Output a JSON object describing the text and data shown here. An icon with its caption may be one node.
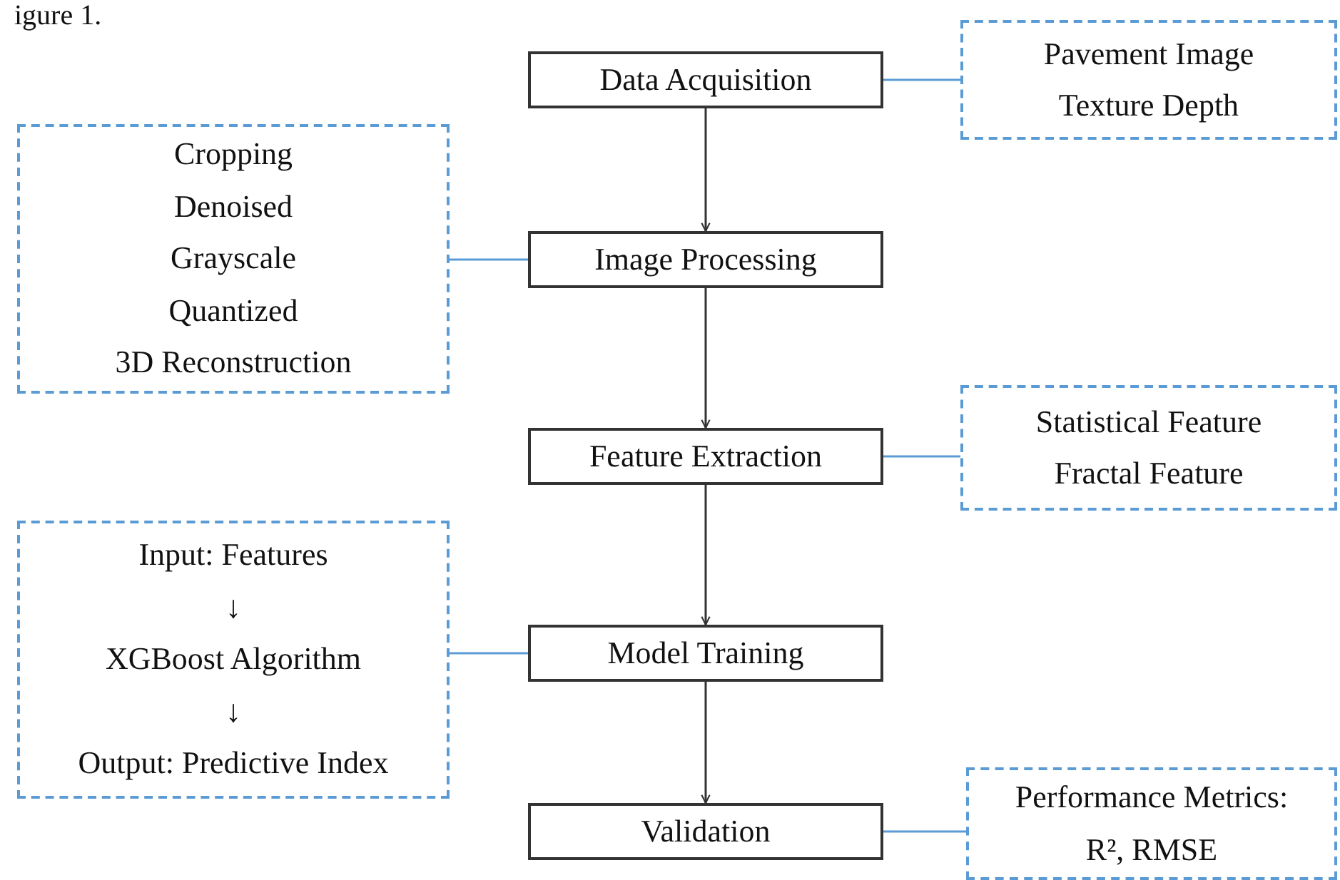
{
  "diagram": {
    "nodes": [
      {
        "text": [
          "Data Acquisition"
        ]
      },
      {
        "text": [
          "Pavement Image",
          "Texture Depth"
        ]
      },
      {
        "text": [
          "Cropping",
          "Denoised",
          "Grayscale",
          "Quantized",
          "3D Reconstruction"
        ]
      },
      {
        "text": [
          "Image Processing"
        ]
      },
      {
        "text": [
          "Feature Extraction"
        ]
      },
      {
        "text": [
          "Statistical Feature",
          "Fractal Feature"
        ]
      },
      {
        "text": [
          "Input: Features",
          "↓",
          "XGBoost Algorithm",
          "↓",
          "Output: Predictive Index"
        ]
      },
      {
        "text": [
          "Model Training"
        ]
      },
      {
        "text": [
          "Validation"
        ]
      },
      {
        "text": [
          "Performance Metrics:",
          "R², RMSE"
        ]
      }
    ],
    "edges": [
      {
        "from": 0,
        "to": 3,
        "arrow": "to",
        "color": "#333333"
      },
      {
        "from": 3,
        "to": 4,
        "arrow": "to",
        "color": "#333333"
      },
      {
        "from": 4,
        "to": 7,
        "arrow": "to",
        "color": "#333333"
      },
      {
        "from": 7,
        "to": 8,
        "arrow": "to",
        "color": "#333333"
      },
      {
        "from": 0,
        "to": 1,
        "arrow": "none",
        "color": "#5b9bd5"
      },
      {
        "from": 3,
        "to": 2,
        "arrow": "none",
        "color": "#5b9bd5"
      },
      {
        "from": 4,
        "to": 5,
        "arrow": "none",
        "color": "#5b9bd5"
      },
      {
        "from": 7,
        "to": 6,
        "arrow": "none",
        "color": "#5b9bd5"
      },
      {
        "from": 8,
        "to": 9,
        "arrow": "none",
        "color": "#5b9bd5"
      }
    ],
    "labels": [
      "igure 1."
    ]
  }
}
